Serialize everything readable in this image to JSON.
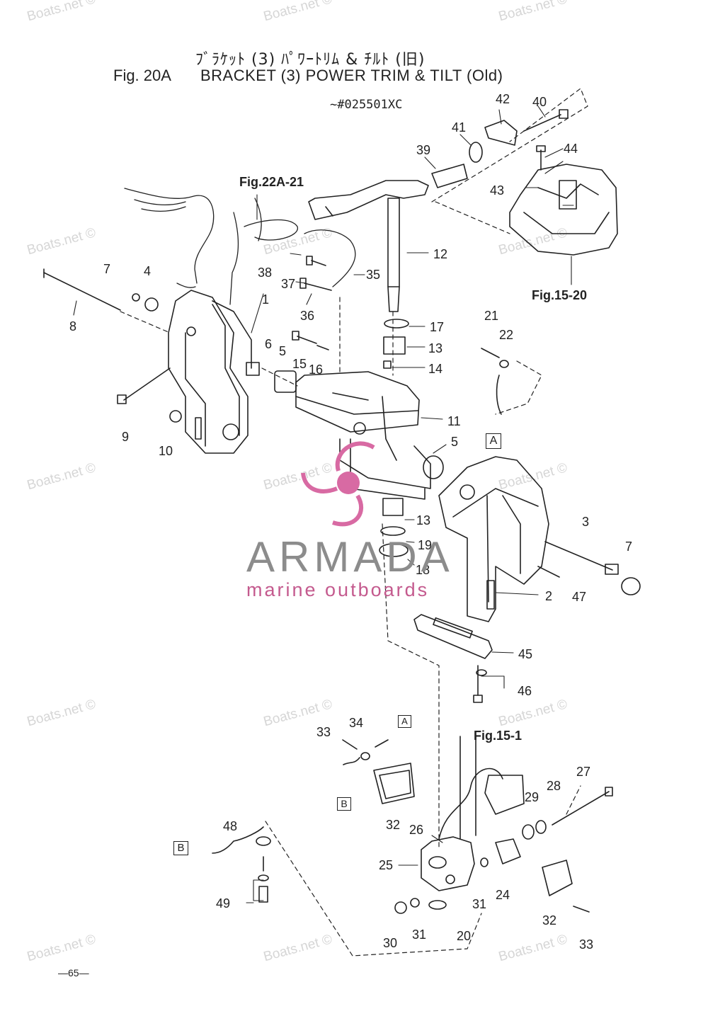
{
  "title": {
    "japanese": "ﾌﾞﾗｹｯﾄ (3) ﾊﾟﾜｰﾄﾘﾑ & ﾁﾙﾄ (旧)",
    "figure": "Fig. 20A",
    "english": "BRACKET (3) POWER TRIM & TILT (Old)",
    "serial": "~#025501XC"
  },
  "page_number": "—65—",
  "watermark": "Boats.net ©",
  "brand": {
    "name": "ARMADA",
    "tagline": "marine outboards",
    "accent": "#d86aa3",
    "gray": "#8c8c8c"
  },
  "refs": [
    {
      "id": "fig22",
      "text": "Fig.22A-21"
    },
    {
      "id": "fig1520",
      "text": "Fig.15-20"
    },
    {
      "id": "fig151",
      "text": "Fig.15-1"
    }
  ],
  "connectors": [
    "A",
    "A",
    "B",
    "B"
  ],
  "part_numbers": [
    "1",
    "2",
    "3",
    "4",
    "5",
    "5",
    "6",
    "7",
    "7",
    "8",
    "9",
    "10",
    "11",
    "12",
    "13",
    "13",
    "14",
    "15",
    "16",
    "17",
    "18",
    "19",
    "20",
    "21",
    "22",
    "24",
    "25",
    "26",
    "27",
    "28",
    "29",
    "30",
    "31",
    "31",
    "32",
    "32",
    "33",
    "33",
    "34",
    "35",
    "36",
    "37",
    "38",
    "39",
    "40",
    "41",
    "42",
    "43",
    "44",
    "45",
    "46",
    "47",
    "48",
    "49"
  ]
}
